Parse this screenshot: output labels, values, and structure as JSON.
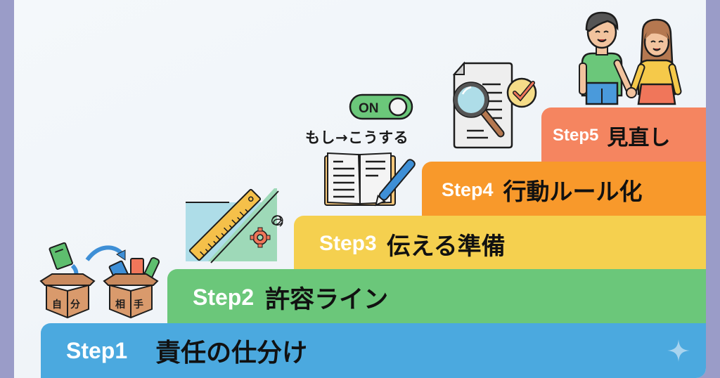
{
  "diagram": {
    "type": "staircase",
    "steps": [
      {
        "label": "Step1",
        "title": "責任の仕分け",
        "color": "#4BA9DF"
      },
      {
        "label": "Step2",
        "title": "許容ライン",
        "color": "#6BC77A"
      },
      {
        "label": "Step3",
        "title": "伝える準備",
        "color": "#F5D04F"
      },
      {
        "label": "Step4",
        "title": "行動ルール化",
        "color": "#F8992B"
      },
      {
        "label": "Step5",
        "title": "見直し",
        "color": "#F58560"
      }
    ],
    "illustrations": {
      "boxes": {
        "left_box": "自分",
        "right_box": "相手"
      },
      "toggle": {
        "label": "ON"
      },
      "if_then": "もし→こうする"
    }
  },
  "colors": {
    "frame": "#9A9CC8",
    "panel": "#F1F5F9"
  }
}
